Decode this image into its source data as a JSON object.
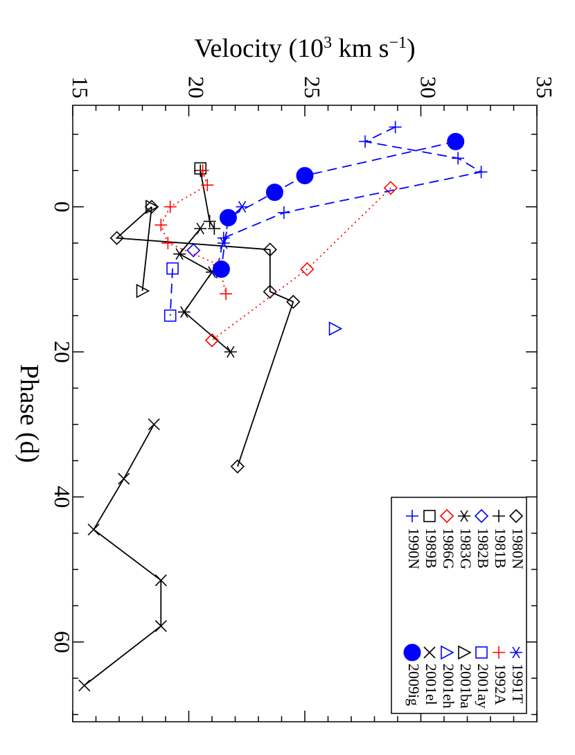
{
  "chart_data": {
    "type": "line",
    "xlabel": "Phase (d)",
    "ylabel": "Velocity (10³ km s⁻¹)",
    "ylabel_parts": {
      "a": "Velocity (10",
      "b": "3",
      "c": " km s",
      "d": "−1",
      "e": ")"
    },
    "xlim": [
      -14,
      71
    ],
    "ylim": [
      15,
      35
    ],
    "xticks": [
      0,
      20,
      40,
      60
    ],
    "yticks": [
      15,
      20,
      25,
      30,
      35
    ],
    "xtick_labels": [
      "0",
      "20",
      "40",
      "60"
    ],
    "ytick_labels": [
      "15",
      "20",
      "25",
      "30",
      "35"
    ],
    "legend_position": "bottom-right",
    "series": [
      {
        "name": "1980N",
        "color": "#000000",
        "marker": "diamond",
        "line": "solid",
        "x": [
          0.0,
          4.3,
          5.9,
          11.7,
          13.1,
          35.8
        ],
        "y": [
          18.4,
          16.9,
          23.5,
          23.5,
          24.5,
          22.1
        ]
      },
      {
        "name": "1981B",
        "color": "#000000",
        "marker": "plus",
        "line": "solid",
        "x": [
          -5.0,
          2.0,
          3.0
        ],
        "y": [
          20.5,
          20.9,
          21.1
        ]
      },
      {
        "name": "1982B",
        "color": "#0000ff",
        "marker": "diamond",
        "line": "none",
        "x": [
          6.0
        ],
        "y": [
          20.2
        ]
      },
      {
        "name": "1983G",
        "color": "#000000",
        "marker": "asterisk",
        "line": "solid",
        "x": [
          3.0,
          6.5,
          9.0,
          14.5,
          20.0
        ],
        "y": [
          20.5,
          19.6,
          21.0,
          19.8,
          21.8
        ]
      },
      {
        "name": "1986G",
        "color": "#ff0000",
        "marker": "diamond",
        "line": "dotted",
        "x": [
          -2.6,
          8.6,
          18.4
        ],
        "y": [
          28.7,
          25.1,
          21.0
        ]
      },
      {
        "name": "1989B",
        "color": "#000000",
        "marker": "square",
        "line": "none",
        "x": [
          -5.3
        ],
        "y": [
          20.5
        ]
      },
      {
        "name": "1990N",
        "color": "#0000ff",
        "marker": "plus",
        "line": "dashed",
        "x": [
          -11.0,
          -9.0,
          -6.7,
          -4.8,
          0.8,
          4.3,
          9.0
        ],
        "y": [
          28.9,
          27.6,
          31.6,
          32.6,
          24.1,
          21.5,
          21.2
        ]
      },
      {
        "name": "1991T",
        "color": "#0000ff",
        "marker": "asterisk",
        "line": "dashed",
        "x": [
          0.0,
          1.5,
          5.0
        ],
        "y": [
          22.3,
          21.8,
          21.5
        ]
      },
      {
        "name": "1992A",
        "color": "#ff0000",
        "marker": "plus",
        "line": "dotted",
        "x": [
          -5.0,
          -3.0,
          0.0,
          2.5,
          5.0,
          8.0,
          12.0
        ],
        "y": [
          20.6,
          20.8,
          19.2,
          18.8,
          19.1,
          21.3,
          21.6
        ]
      },
      {
        "name": "2001ay",
        "color": "#0000ff",
        "marker": "square",
        "line": "dashed",
        "x": [
          8.5,
          15.0
        ],
        "y": [
          19.3,
          19.2
        ]
      },
      {
        "name": "2001ba",
        "color": "#000000",
        "marker": "triangle-right",
        "line": "solid",
        "x": [
          0.0,
          11.6
        ],
        "y": [
          18.4,
          18.0
        ]
      },
      {
        "name": "2001eh",
        "color": "#0000ff",
        "marker": "triangle-right",
        "line": "none",
        "x": [
          16.8
        ],
        "y": [
          26.3
        ]
      },
      {
        "name": "2001el",
        "color": "#000000",
        "marker": "x",
        "line": "solid",
        "x": [
          30.0,
          37.5,
          44.5,
          51.5,
          57.8,
          66.0
        ],
        "y": [
          18.5,
          17.2,
          15.9,
          18.8,
          18.8,
          15.5
        ]
      },
      {
        "name": "2009ig",
        "color": "#0000ff",
        "marker": "filled-circle",
        "line": "dashed",
        "x": [
          -9.0,
          -4.3,
          -2.0,
          1.5,
          8.6
        ],
        "y": [
          31.5,
          25.0,
          23.7,
          21.7,
          21.4
        ]
      }
    ]
  }
}
